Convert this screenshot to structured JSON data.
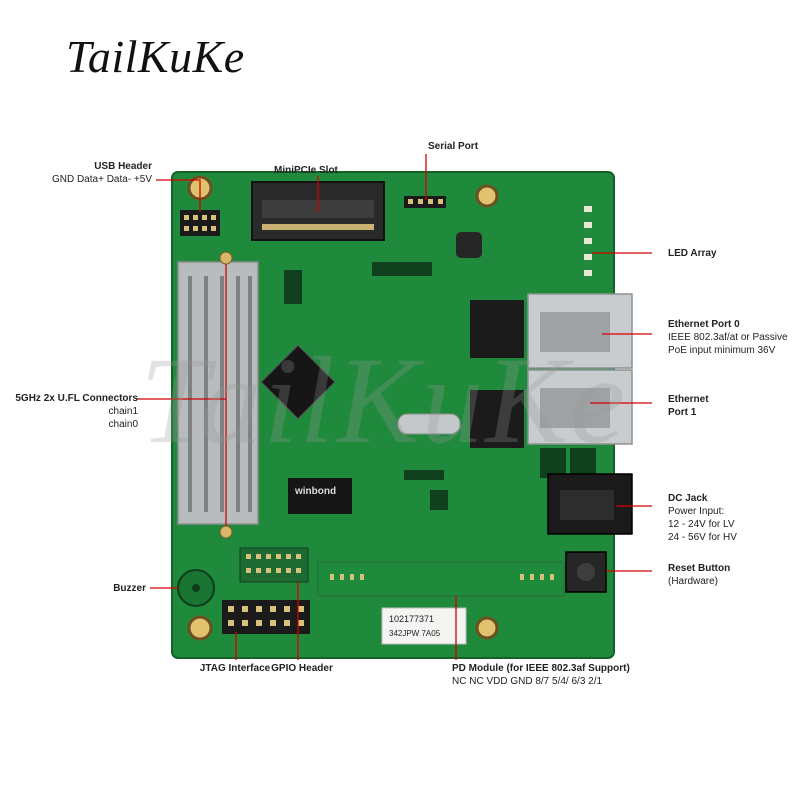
{
  "brand": "TailKuKe",
  "watermark": "TailKuKe",
  "board": {
    "chips": {
      "winbond": "winbond",
      "serial_a": "102177371",
      "serial_b": "342JPW 7A05"
    }
  },
  "callouts": {
    "usb_header": {
      "title": "USB Header",
      "sub": "GND Data+ Data- +5V"
    },
    "minipcie": {
      "title": "MiniPCIe Slot"
    },
    "serial_port": {
      "title": "Serial Port"
    },
    "led_array": {
      "title": "LED Array"
    },
    "eth0": {
      "title": "Ethernet Port 0",
      "sub1": "IEEE 802.3af/at or Passive",
      "sub2": "PoE input minimum 36V"
    },
    "eth1": {
      "title1": "Ethernet",
      "title2": "Port 1"
    },
    "ufl": {
      "title": "5GHz 2x U.FL Connectors",
      "sub1": "chain1",
      "sub2": "chain0"
    },
    "dc_jack": {
      "title": "DC Jack",
      "sub1": "Power Input:",
      "sub2": "12 - 24V for LV",
      "sub3": "24 - 56V for HV"
    },
    "reset": {
      "title": "Reset Button",
      "sub": "(Hardware)"
    },
    "buzzer": {
      "title": "Buzzer"
    },
    "jtag": {
      "title": "JTAG Interface"
    },
    "gpio": {
      "title": "GPIO Header"
    },
    "pd_module": {
      "title": "PD Module (for IEEE 802.3af Support)",
      "sub": "NC NC VDD GND 8/7 5/4/ 6/3 2/1"
    }
  },
  "colors": {
    "pcb": "#1f8a3c",
    "pcb_dark": "#176c2f",
    "pointer": "#d40000",
    "label_text": "#222222"
  }
}
